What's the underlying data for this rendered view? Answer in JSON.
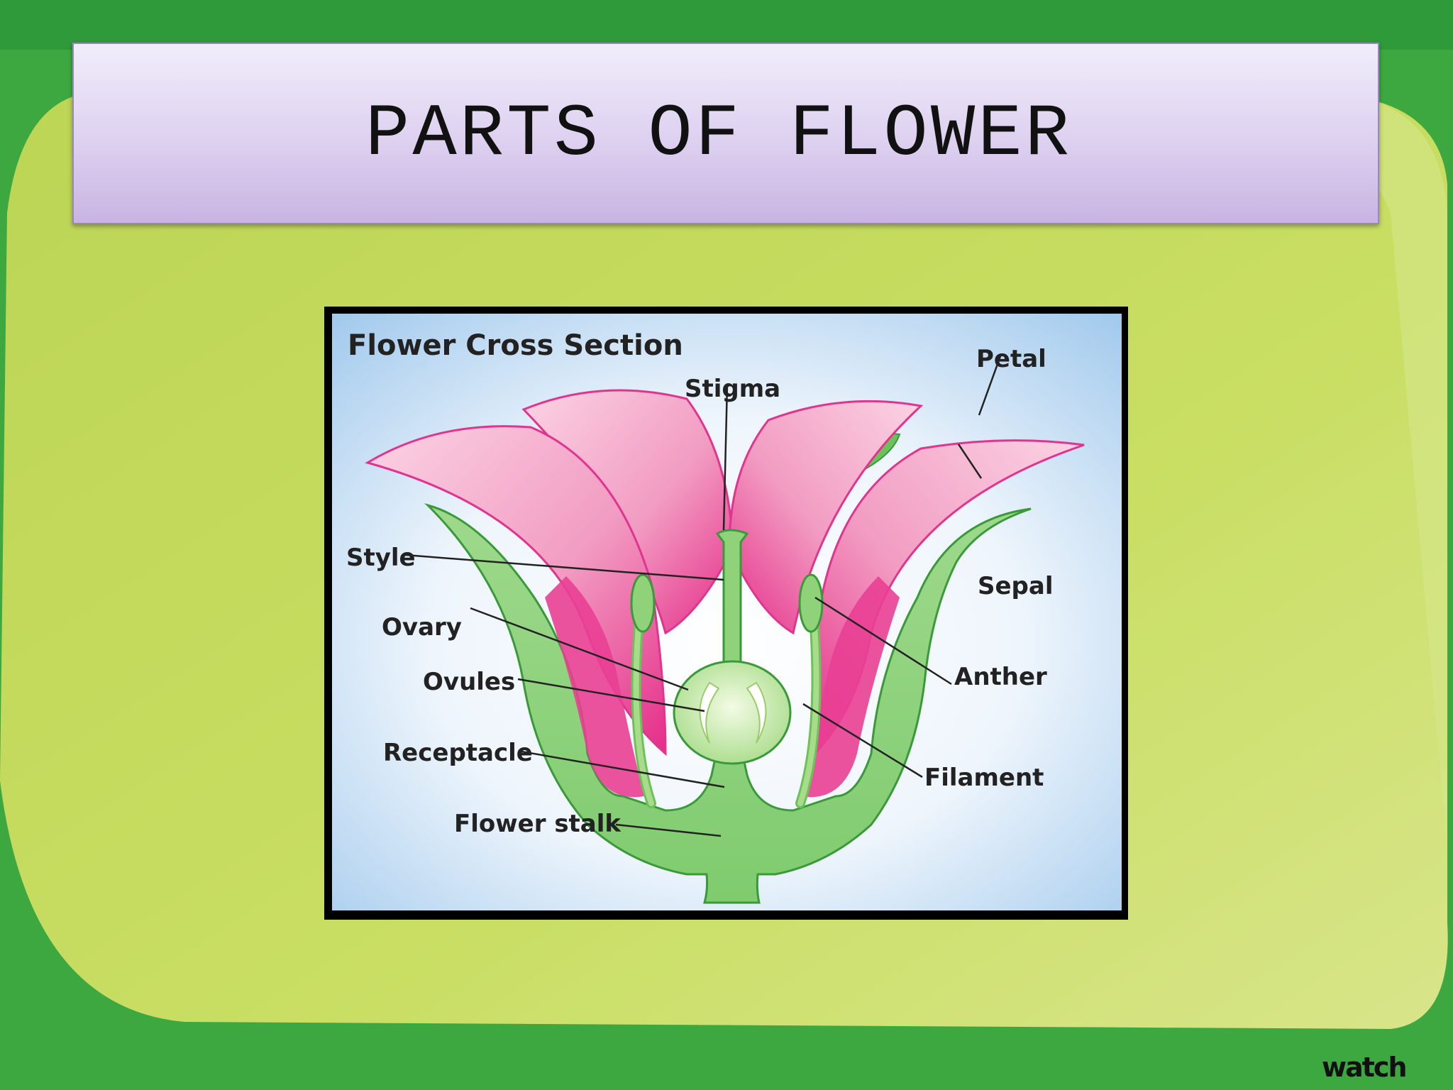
{
  "slide": {
    "title": "PARTS OF FLOWER",
    "watermark": "watch"
  },
  "diagram": {
    "heading": "Flower Cross Section",
    "labels": {
      "petal": "Petal",
      "stigma": "Stigma",
      "style": "Style",
      "sepal": "Sepal",
      "ovary": "Ovary",
      "anther": "Anther",
      "ovules": "Ovules",
      "filament": "Filament",
      "receptacle": "Receptacle",
      "flower_stalk": "Flower stalk"
    }
  },
  "colors": {
    "background_green": "#3da840",
    "panel_green": "#c6dc5e",
    "petal_pink": "#f4a6c8",
    "petal_magenta": "#e8268a",
    "sepal_green": "#5cb84e",
    "sky_blue": "#a9cdee"
  }
}
